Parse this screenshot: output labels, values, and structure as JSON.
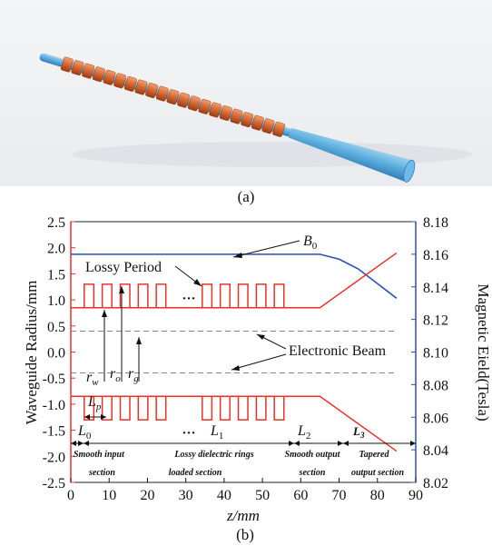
{
  "panel_a": {
    "label": "(a)"
  },
  "panel_b": {
    "label": "(b)",
    "annotations": {
      "b0": "B",
      "b0_sub": "0",
      "lossy_period": "Lossy Period",
      "ellipsis": "···",
      "electronic_beam": "Electronic Beam",
      "rw": "r",
      "rw_sub": "w",
      "ro": "r",
      "ro_sub": "o",
      "rg": "r",
      "rg_sub": "g",
      "lp": "L",
      "lp_sub": "p"
    },
    "sections": [
      {
        "name": "L",
        "sub": "0",
        "caption_line1": "Smooth input",
        "caption_line2": "section"
      },
      {
        "name": "L",
        "sub": "1",
        "caption_line1": "Lossy dielectric rings",
        "caption_line2": "loaded section"
      },
      {
        "name": "L",
        "sub": "2",
        "caption_line1": "Smooth output",
        "caption_line2": "section"
      },
      {
        "name": "L",
        "sub": "3",
        "caption_line1": "Tapered",
        "caption_line2": "output section"
      }
    ]
  },
  "chart_data": {
    "type": "line",
    "xlabel": "z/mm",
    "ylabel_left": "Waveguide Radius/mm",
    "ylabel_right": "Magnetic Eield(Tesla)",
    "xlim": [
      0,
      90
    ],
    "ylim_left": [
      -2.5,
      2.5
    ],
    "ylim_right": [
      8.02,
      8.18
    ],
    "xticks": [
      "0",
      "10",
      "20",
      "30",
      "40",
      "50",
      "60",
      "70",
      "80",
      "90"
    ],
    "yticks_left": [
      "2.5",
      "2.0",
      "1.5",
      "1.0",
      "0.5",
      "0.0",
      "-0.5",
      "-1.0",
      "-1.5",
      "-2.0",
      "-2.5"
    ],
    "yticks_right": [
      "8.18",
      "8.16",
      "8.14",
      "8.12",
      "8.10",
      "8.08",
      "8.06",
      "8.04",
      "8.02"
    ],
    "colors": {
      "waveguide": "#e8322a",
      "field": "#2a4fb5",
      "beam": "#888888"
    },
    "series": [
      {
        "axis": "right",
        "x": [
          0,
          5,
          10,
          20,
          30,
          40,
          50,
          60,
          65,
          70,
          75,
          80,
          85
        ],
        "y": [
          8.16,
          8.16,
          8.16,
          8.16,
          8.16,
          8.16,
          8.16,
          8.16,
          8.16,
          8.157,
          8.151,
          8.142,
          8.133
        ]
      },
      {
        "axis": "left",
        "x": [
          0,
          3.5,
          65,
          85
        ],
        "y": [
          0.85,
          0.85,
          0.85,
          1.9
        ]
      },
      {
        "axis": "left",
        "x": [
          0,
          3.5,
          65,
          85
        ],
        "y": [
          -0.85,
          -0.85,
          -0.85,
          -1.9
        ]
      },
      {
        "axis": "left",
        "x": [
          0,
          85
        ],
        "y": [
          0.4,
          0.4
        ]
      },
      {
        "axis": "left",
        "x": [
          0,
          85
        ],
        "y": [
          -0.4,
          -0.4
        ]
      }
    ],
    "rings": {
      "inner_radius": 0.85,
      "outer_radius": 1.3,
      "group1_starts": [
        3.5,
        8.2,
        12.9,
        17.6,
        22.3
      ],
      "group2_starts": [
        34.3,
        39.0,
        43.7,
        48.4,
        53.1
      ],
      "ring_width": 2.5
    }
  }
}
